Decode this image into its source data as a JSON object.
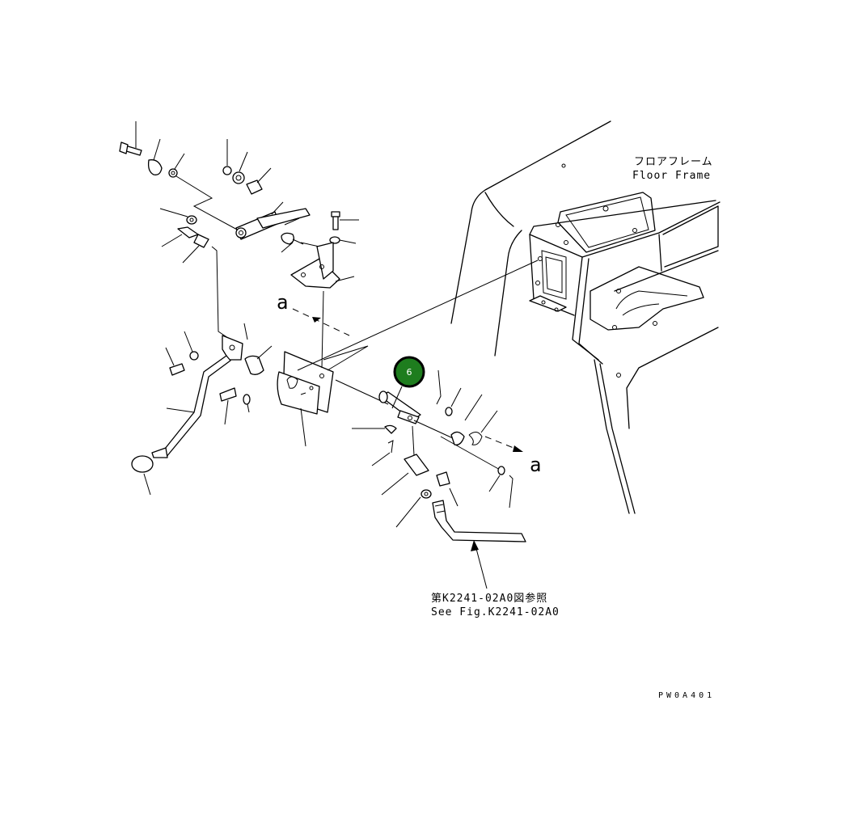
{
  "floor_frame_label_jp": "フロアフレーム",
  "floor_frame_label_en": "Floor Frame",
  "see_fig_label_jp": "第K2241-02A0図参照",
  "see_fig_label_en": "See Fig.K2241-02A0",
  "section_mark_top": "a",
  "section_mark_right": "a",
  "drawing_code": "PW0A401",
  "highlighted_callout": {
    "number": "6",
    "color": "#1e7d1e"
  }
}
